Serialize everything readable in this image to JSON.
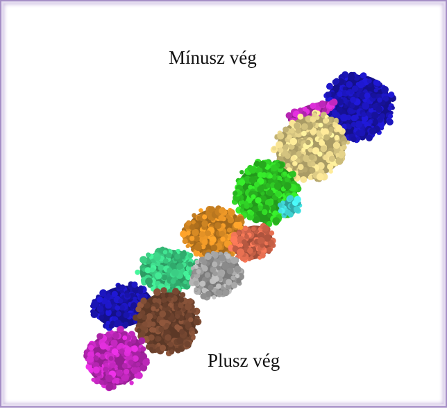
{
  "labels": {
    "minus_end": "Mínusz vég",
    "plus_end": "Plusz vég"
  },
  "colors": {
    "frame_border": "#a58ec6",
    "background": "#ffffff",
    "dark_blue": "#1b15b8",
    "magenta": "#c729c3",
    "tan": "#e1cf87",
    "green": "#2fcc25",
    "cyan": "#3fd3d3",
    "orange": "#d98b24",
    "salmon": "#d7684c",
    "mint": "#3bcf84",
    "gray": "#a3a3a3",
    "brown": "#7a4a33"
  },
  "subunits": [
    {
      "name": "top-blue",
      "color": "dark_blue"
    },
    {
      "name": "top-magenta",
      "color": "magenta"
    },
    {
      "name": "tan",
      "color": "tan"
    },
    {
      "name": "green",
      "color": "green"
    },
    {
      "name": "cyan",
      "color": "cyan"
    },
    {
      "name": "orange",
      "color": "orange"
    },
    {
      "name": "salmon",
      "color": "salmon"
    },
    {
      "name": "mint",
      "color": "mint"
    },
    {
      "name": "gray",
      "color": "gray"
    },
    {
      "name": "bottom-blue",
      "color": "dark_blue"
    },
    {
      "name": "brown",
      "color": "brown"
    },
    {
      "name": "bottom-magenta",
      "color": "magenta"
    }
  ]
}
